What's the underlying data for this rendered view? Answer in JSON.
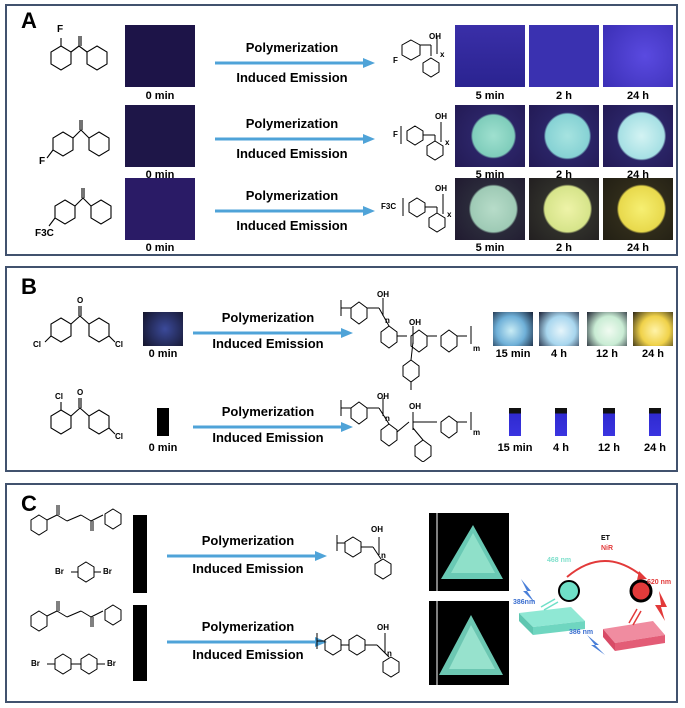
{
  "panels": {
    "a": {
      "label": "A"
    },
    "b": {
      "label": "B"
    },
    "c": {
      "label": "C"
    }
  },
  "arrow_text": {
    "top": "Polymerization",
    "bottom": "Induced Emission"
  },
  "panel_a": {
    "rows": [
      {
        "start_time": "0 min",
        "times": [
          "5 min",
          "2 h",
          "24 h"
        ],
        "sub_x": "x",
        "atom_F": "F"
      },
      {
        "start_time": "0 min",
        "times": [
          "5 min",
          "2 h",
          "24 h"
        ],
        "sub_x": "x",
        "atom_F": "F"
      },
      {
        "start_time": "0 min",
        "times": [
          "5 min",
          "2 h",
          "24 h"
        ],
        "sub_x": "x",
        "group": "F3C"
      }
    ]
  },
  "panel_b": {
    "rows": [
      {
        "start_time": "0 min",
        "times": [
          "15 min",
          "4 h",
          "12 h",
          "24 h"
        ],
        "atom": "Cl"
      },
      {
        "start_time": "0 min",
        "times": [
          "15 min",
          "4 h",
          "12 h",
          "24 h"
        ],
        "atom": "Cl"
      }
    ],
    "sub_n": "n",
    "sub_m": "m"
  },
  "panel_c": {
    "atom": "Br",
    "sub_n": "n",
    "scheme": {
      "ex1": "386nm",
      "em1": "468 nm",
      "et": "ET",
      "nir": "NiR",
      "em2": "620 nm",
      "ex2": "386 nm"
    }
  },
  "labels": {
    "oh": "OH",
    "o": "O"
  },
  "colors": {
    "frame": "#41526e",
    "arrow": "#4fa3d8",
    "dark_vial": "#1a1240",
    "blue_glow": "#4b3ad6",
    "cyan_glow": "#8fd9d2",
    "yellow_glow": "#e8e05a",
    "red": "#e23a3a",
    "teal": "#6fe0c8"
  }
}
